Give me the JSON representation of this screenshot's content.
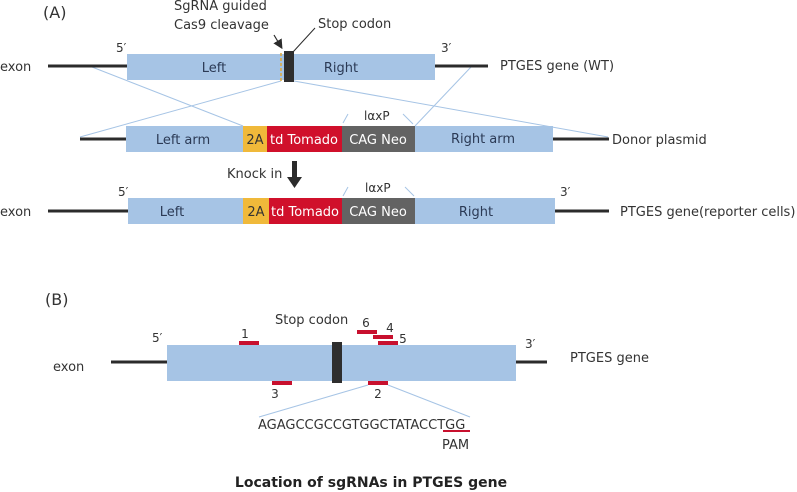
{
  "colors": {
    "exon_box": "#a6c4e5",
    "backbone": "#2b2b2b",
    "stop_codon": "#2e2e2e",
    "two_a": "#f0b93a",
    "tdtomato": "#d0102b",
    "cag_neo": "#636363",
    "connector": "#a6c4e5",
    "sgrna": "#c8102e",
    "cleavage_mark": "#e0a93a"
  },
  "panel_a": {
    "label": "(A)",
    "wt_row": {
      "left_tag": "exon",
      "five_prime": "5′",
      "three_prime": "3′",
      "left_segment": "Left",
      "right_segment": "Right",
      "end_label": "PTGES gene (WT)",
      "cleavage_callout_line1": "SgRNA guided",
      "cleavage_callout_line2": "Cas9 cleavage",
      "stop_callout": "Stop codon"
    },
    "donor_row": {
      "left_arm": "Left arm",
      "two_a": "2A",
      "tdtomato": "td Tomado",
      "cag_neo": "CAG Neo",
      "right_arm": "Right arm",
      "loxp": "lαxP",
      "end_label": "Donor plasmid"
    },
    "knock_in_label": "Knock in",
    "reporter_row": {
      "left_tag": "exon",
      "five_prime": "5′",
      "three_prime": "3′",
      "left_segment": "Left",
      "two_a": "2A",
      "tdtomato": "td Tomado",
      "cag_neo": "CAG Neo",
      "right_segment": "Right",
      "loxp": "lαxP",
      "end_label": "PTGES gene(reporter cells)"
    }
  },
  "panel_b": {
    "label": "(B)",
    "left_tag": "exon",
    "five_prime": "5′",
    "three_prime": "3′",
    "stop_callout": "Stop codon",
    "end_label": "PTGES gene",
    "sgrnas": [
      {
        "id": "1",
        "strand": "top"
      },
      {
        "id": "2",
        "strand": "bottom"
      },
      {
        "id": "3",
        "strand": "bottom"
      },
      {
        "id": "4",
        "strand": "top"
      },
      {
        "id": "5",
        "strand": "top"
      },
      {
        "id": "6",
        "strand": "top"
      }
    ],
    "sequence": "AGAGCCGCCGTGGCTATACCTGG",
    "sequence_main": "AGAGCCGCCGTGGCTATACC",
    "sequence_pam": "TGG",
    "pam_label": "PAM"
  },
  "caption": "Location of sgRNAs in PTGES gene"
}
